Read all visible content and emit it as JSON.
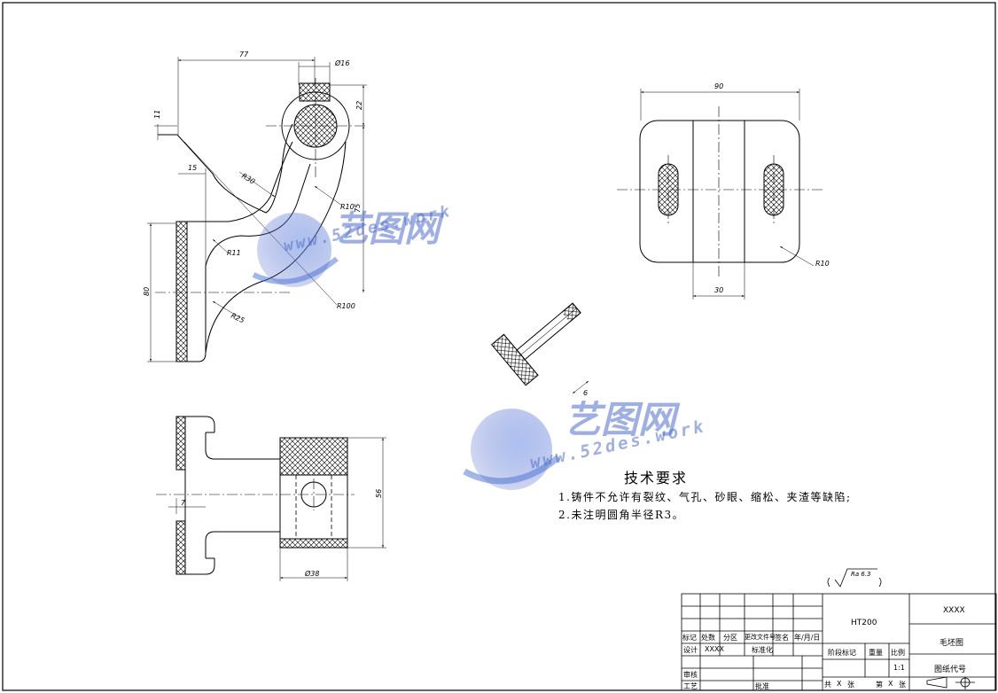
{
  "dimensions": {
    "d77": "77",
    "d16": "Ø16",
    "d11": "11",
    "d22": "22",
    "d15": "15",
    "d75": "75",
    "d80": "80",
    "r30": "R30",
    "r10a": "R10",
    "r11": "R11",
    "r25": "R25",
    "r100": "R100",
    "d90": "90",
    "r10b": "R10",
    "d30": "30",
    "d6": "6",
    "d7": "7",
    "d56": "56",
    "d38": "Ø38"
  },
  "roughness": "Ra 6.3",
  "technical_requirements": {
    "title": "技术要求",
    "items": [
      "1.铸件不允许有裂纹、气孔、砂眼、缩松、夹渣等缺陷;",
      "2.未注明圆角半径R3。"
    ]
  },
  "watermark": {
    "name": "艺图网",
    "url": "www.52des.work"
  },
  "title_block": {
    "material": "HT200",
    "company": "XXXX",
    "drawing_name": "毛坯图",
    "drawing_code": "图纸代号",
    "labels": {
      "mark": "标记",
      "count": "处数",
      "zone": "分区",
      "change_doc": "更改文件号",
      "sign": "签名",
      "date": "年/月/日",
      "design": "设计",
      "design_name": "XXXX",
      "standard": "标准化",
      "review": "审核",
      "process": "工艺",
      "approve": "批准",
      "stage": "阶段标记",
      "weight": "重量",
      "scale": "比例",
      "scale_value": "1:1",
      "total": "共",
      "sheets": "张",
      "sheet_no": "第",
      "x": "X"
    }
  }
}
